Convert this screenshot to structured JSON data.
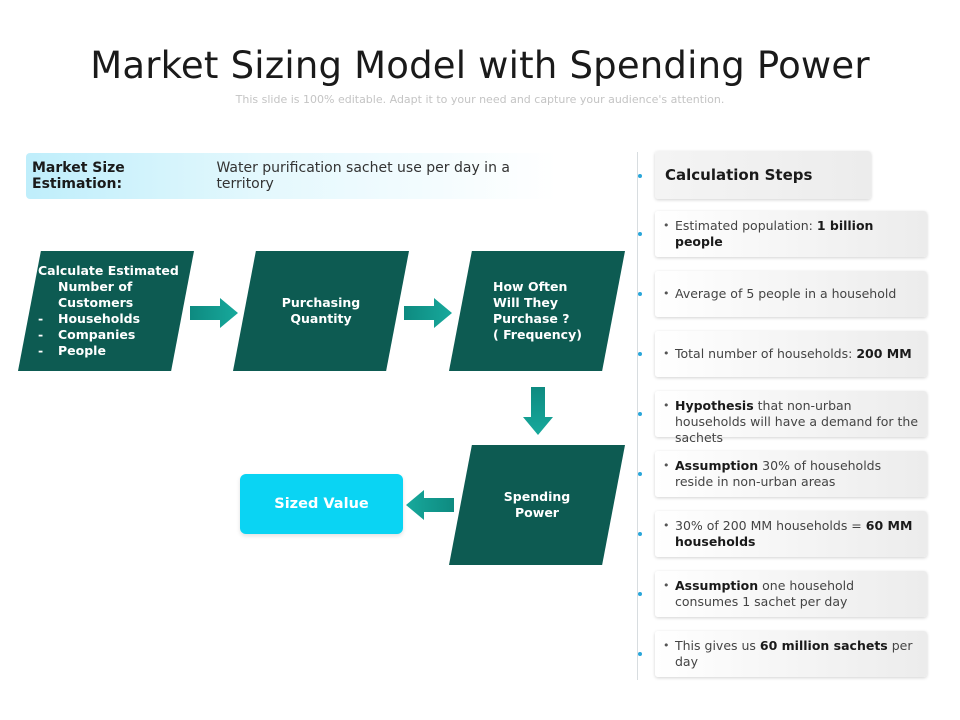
{
  "title": "Market Sizing Model with Spending Power",
  "subtitle": "This slide is 100% editable. Adapt it to your need and capture your audience's attention.",
  "estimation": {
    "label": "Market Size Estimation:",
    "text": "Water purification sachet use per day in a territory"
  },
  "flow": {
    "step1": {
      "line1": "Calculate Estimated",
      "line2": "Number of",
      "line3": "Customers",
      "items": [
        "Households",
        "Companies",
        "People"
      ],
      "dash": "-"
    },
    "step2": {
      "line1": "Purchasing",
      "line2": "Quantity"
    },
    "step3": {
      "line1": "How Often",
      "line2": "Will They",
      "line3": "Purchase ?",
      "line4": "( Frequency)"
    },
    "step4": {
      "line1": "Spending",
      "line2": "Power"
    },
    "result": "Sized Value"
  },
  "colors": {
    "dark_teal": "#0d5b52",
    "arrow_teal": "#129d91",
    "cyan": "#0ad4f3",
    "accent_blue": "#2aa6d9"
  },
  "steps": {
    "heading": "Calculation Steps",
    "bullet": "•",
    "items": [
      {
        "pre": "Estimated population: ",
        "bold": "1 billion people",
        "post": ""
      },
      {
        "pre": "Average of 5 people in a household",
        "bold": "",
        "post": ""
      },
      {
        "pre": "Total number of households: ",
        "bold": "200 MM",
        "post": ""
      },
      {
        "pre": "",
        "bold": "Hypothesis",
        "post": " that non-urban households will have a demand for the sachets"
      },
      {
        "pre": "",
        "bold": "Assumption",
        "post": " 30% of households reside in non-urban areas"
      },
      {
        "pre": "30% of 200 MM households = ",
        "bold": "60 MM households",
        "post": ""
      },
      {
        "pre": "",
        "bold": "Assumption",
        "post": " one household consumes 1 sachet per day"
      },
      {
        "pre": "This gives us ",
        "bold": "60 million sachets",
        "post": " per day"
      }
    ]
  }
}
